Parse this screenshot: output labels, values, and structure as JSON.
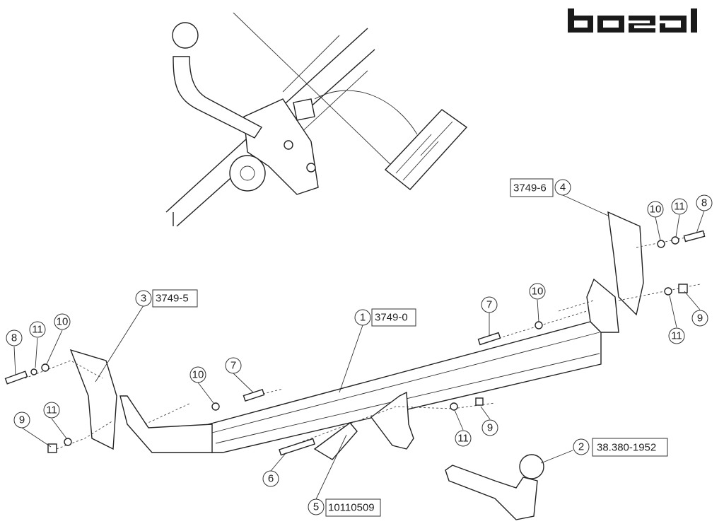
{
  "brand": {
    "logo_text": "bosal"
  },
  "callouts": {
    "c1": {
      "number": "1",
      "part_no": "3749-0"
    },
    "c2": {
      "number": "2",
      "part_no": "38.380-1952"
    },
    "c3": {
      "number": "3",
      "part_no": "3749-5"
    },
    "c4": {
      "number": "4",
      "part_no": "3749-6"
    },
    "c5": {
      "number": "5",
      "part_no": "10110509"
    },
    "c6": {
      "number": "6"
    },
    "c7": {
      "number": "7"
    },
    "c8": {
      "number": "8"
    },
    "c9": {
      "number": "9"
    },
    "c10": {
      "number": "10"
    },
    "c11": {
      "number": "11"
    }
  }
}
